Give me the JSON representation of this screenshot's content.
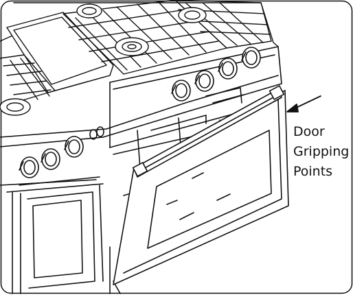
{
  "figure": {
    "callout_lines": [
      "Door",
      "Gripping",
      "Points"
    ],
    "line_color": "#111111",
    "background": "#ffffff",
    "subject": "range-oven-illustration"
  }
}
